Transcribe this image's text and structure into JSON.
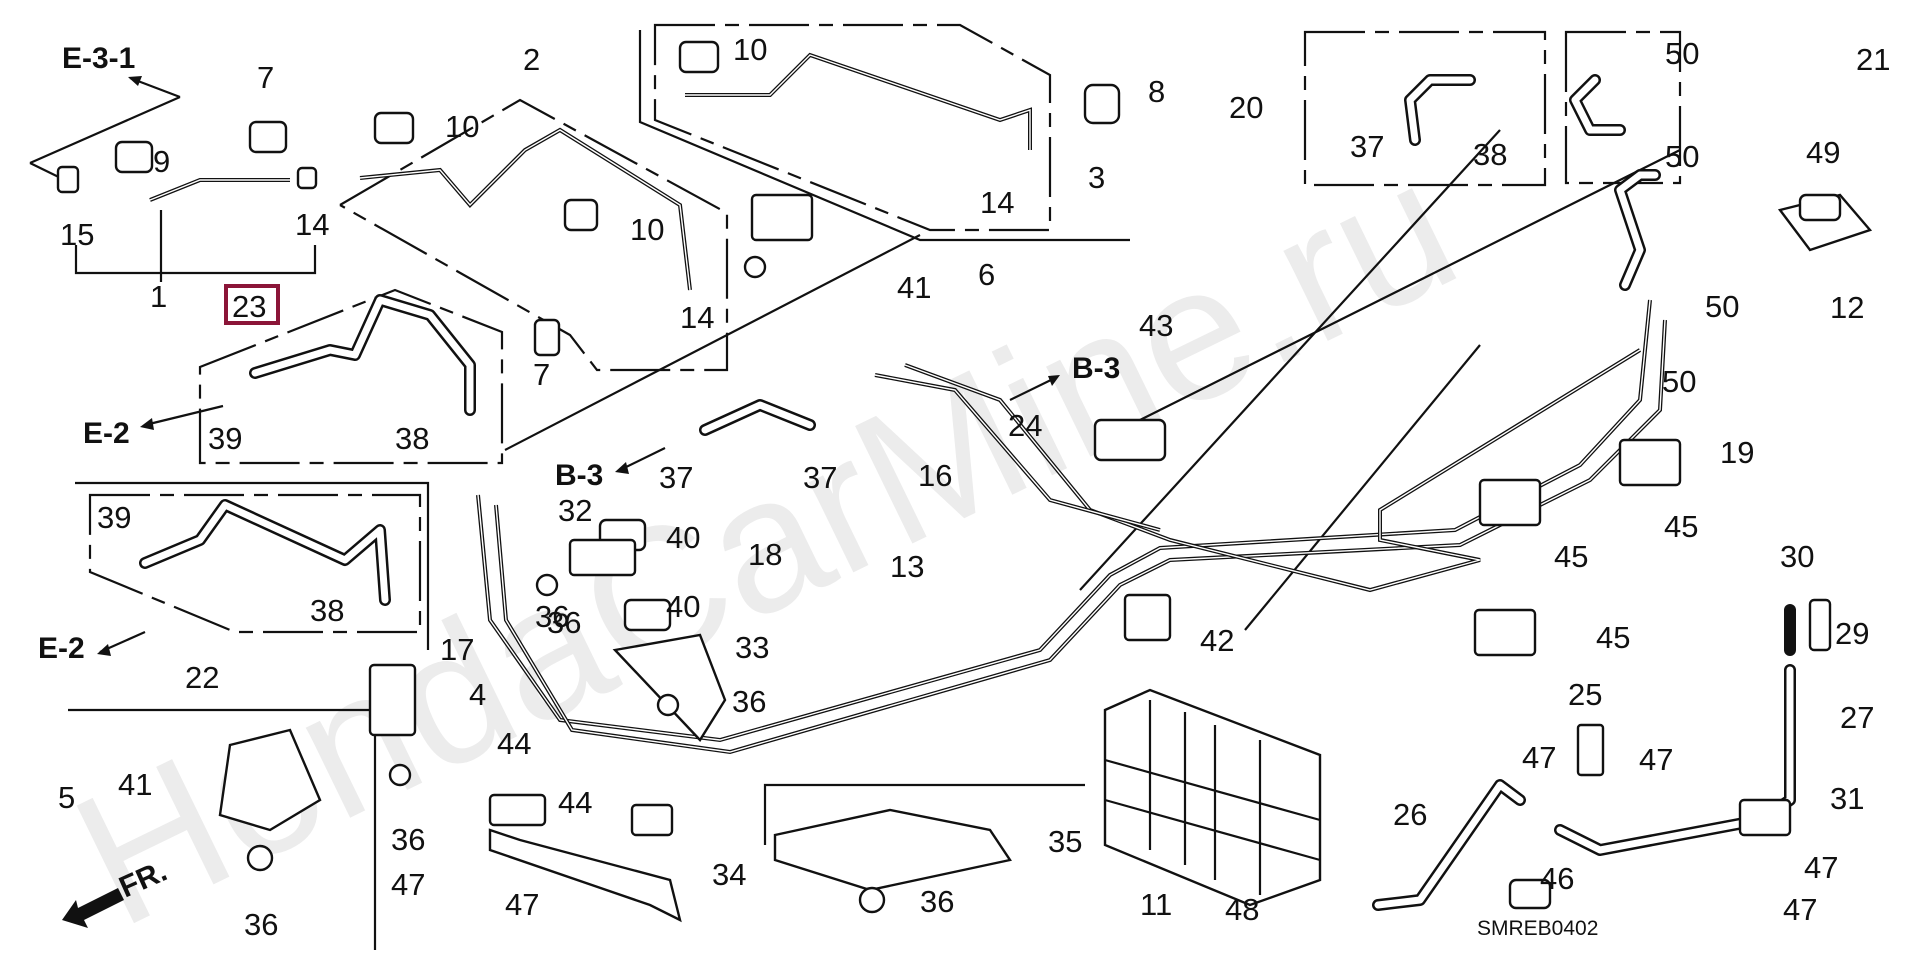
{
  "watermark": "HondaCarMine.ru",
  "diagram_code": "SMREB0402",
  "highlight": {
    "part": "23",
    "color": "#8b1538"
  },
  "front_arrow": "FR.",
  "section_refs": [
    "E-3-1",
    "E-2",
    "E-2",
    "B-3",
    "B-3"
  ],
  "callouts": [
    "1",
    "2",
    "3",
    "4",
    "5",
    "6",
    "7",
    "7",
    "8",
    "9",
    "10",
    "10",
    "10",
    "11",
    "12",
    "13",
    "14",
    "14",
    "14",
    "15",
    "16",
    "17",
    "18",
    "19",
    "20",
    "21",
    "22",
    "23",
    "24",
    "25",
    "26",
    "27",
    "29",
    "30",
    "31",
    "32",
    "33",
    "34",
    "35",
    "36",
    "36",
    "36",
    "36",
    "36",
    "36",
    "37",
    "37",
    "37",
    "38",
    "38",
    "38",
    "39",
    "39",
    "40",
    "40",
    "41",
    "41",
    "42",
    "43",
    "44",
    "44",
    "45",
    "45",
    "45",
    "46",
    "47",
    "47",
    "47",
    "47",
    "47",
    "47",
    "48",
    "49",
    "50",
    "50",
    "50",
    "50"
  ]
}
